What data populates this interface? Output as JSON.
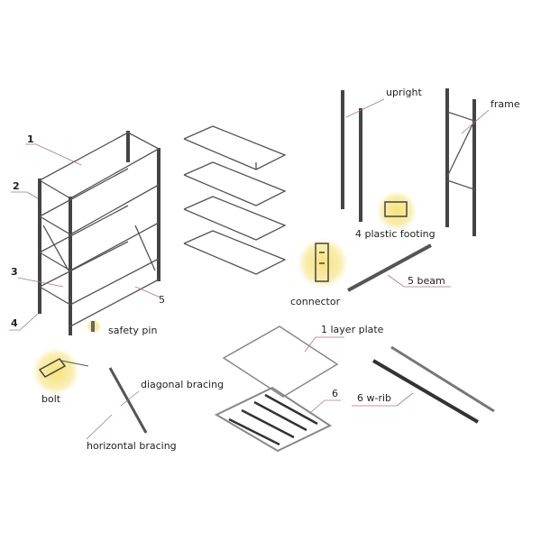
{
  "labels": {
    "rack_1": "1",
    "rack_2": "2",
    "rack_3": "3",
    "rack_4": "4",
    "rack_5": "5",
    "safety_pin": "safety pin",
    "upright": "upright",
    "frame": "frame",
    "plastic_footing": "4  plastic footing",
    "connector": "connector",
    "beam": "5  beam",
    "layer_plate": "1  layer plate",
    "rib_6": "6",
    "w_rib": "6  w-rib",
    "bolt": "bolt",
    "diagonal_bracing": "diagonal bracing",
    "horizontal_bracing": "horizontal bracing"
  },
  "colors": {
    "highlight": "#f6e27a",
    "leader": "#b07090",
    "line": "#555555"
  }
}
